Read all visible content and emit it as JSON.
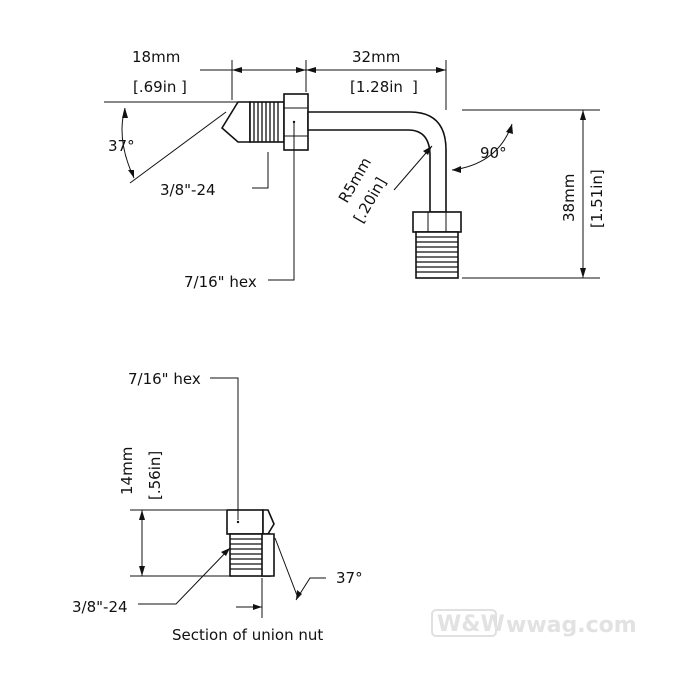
{
  "top_view": {
    "dim_length_mm": "18mm",
    "dim_length_in": "[.69in",
    "dim_length_in_close": "]",
    "dim_width_mm": "32mm",
    "dim_width_in": "[1.28in",
    "dim_width_in_close": "]",
    "dim_height_mm": "38mm",
    "dim_height_in": "[1.51in]",
    "angle_flare": "37°",
    "angle_bend": "90°",
    "bend_radius_mm": "R5mm",
    "bend_radius_in": "[.20in]",
    "thread_label": "3/8\"-24",
    "hex_label": "7/16\" hex"
  },
  "section_view": {
    "hex_label": "7/16\" hex",
    "height_mm": "14mm",
    "height_in": "[.56in]",
    "thread_label": "3/8\"-24",
    "angle_label": "37°",
    "caption": "Section of union nut"
  },
  "watermark": {
    "logo_text": "W&W",
    "site": "wwag.com"
  }
}
